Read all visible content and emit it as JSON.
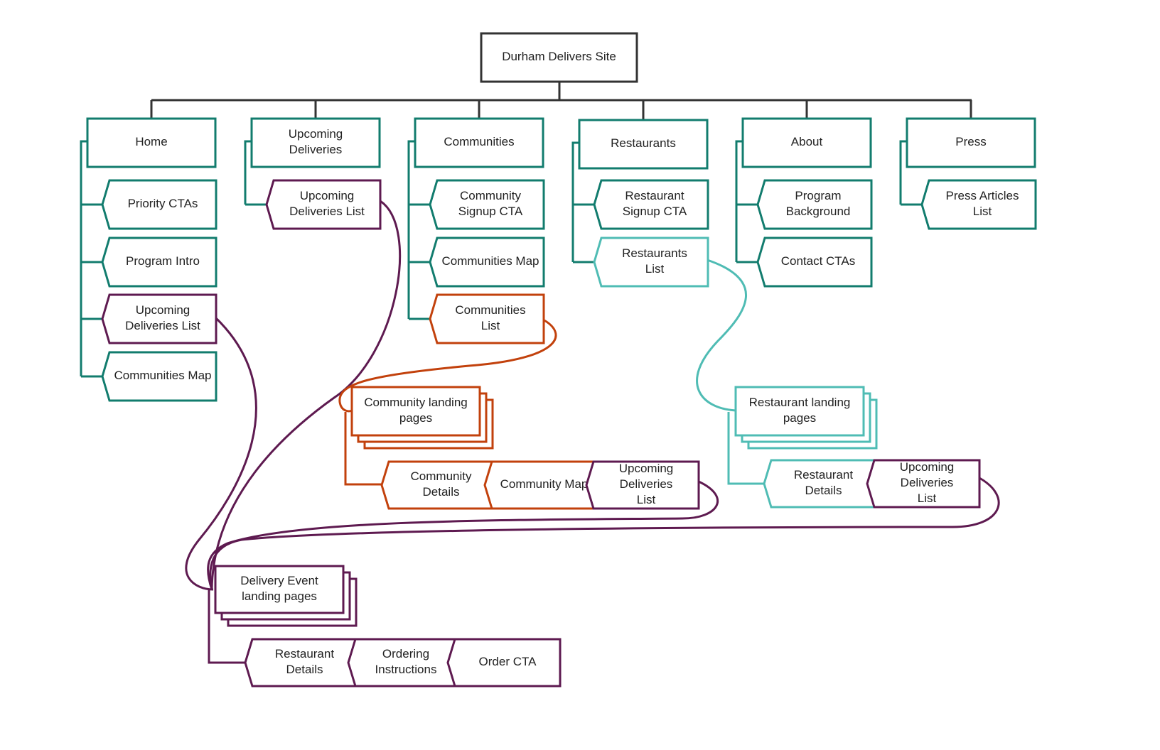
{
  "diagram": {
    "colors": {
      "dark": "#333333",
      "teal": "#127c6e",
      "purple": "#5e1a50",
      "orange": "#c2410c",
      "light_teal": "#4fbcb4"
    },
    "root": {
      "label": "Durham Delivers Site"
    },
    "sections": {
      "home": {
        "title": "Home",
        "items": [
          "Priority CTAs",
          "Program Intro",
          "Upcoming Deliveries List",
          "Communities Map"
        ]
      },
      "upcoming": {
        "title": "Upcoming Deliveries",
        "items": [
          "Upcoming Deliveries List"
        ]
      },
      "communities": {
        "title": "Communities",
        "items": [
          "Community Signup CTA",
          "Communities Map",
          "Communities List"
        ]
      },
      "restaurants": {
        "title": "Restaurants",
        "items": [
          "Restaurant Signup CTA",
          "Restaurants List"
        ]
      },
      "about": {
        "title": "About",
        "items": [
          "Program Background",
          "Contact CTAs"
        ]
      },
      "press": {
        "title": "Press",
        "items": [
          "Press Articles List"
        ]
      }
    },
    "community_landing": {
      "title": "Community landing pages",
      "items": [
        "Community Details",
        "Community Map",
        "Upcoming Deliveries List"
      ]
    },
    "restaurant_landing": {
      "title": "Restaurant landing pages",
      "items": [
        "Restaurant Details",
        "Upcoming Deliveries List"
      ]
    },
    "event_landing": {
      "title": "Delivery Event landing pages",
      "items": [
        "Restaurant Details",
        "Ordering Instructions",
        "Order CTA"
      ]
    }
  }
}
